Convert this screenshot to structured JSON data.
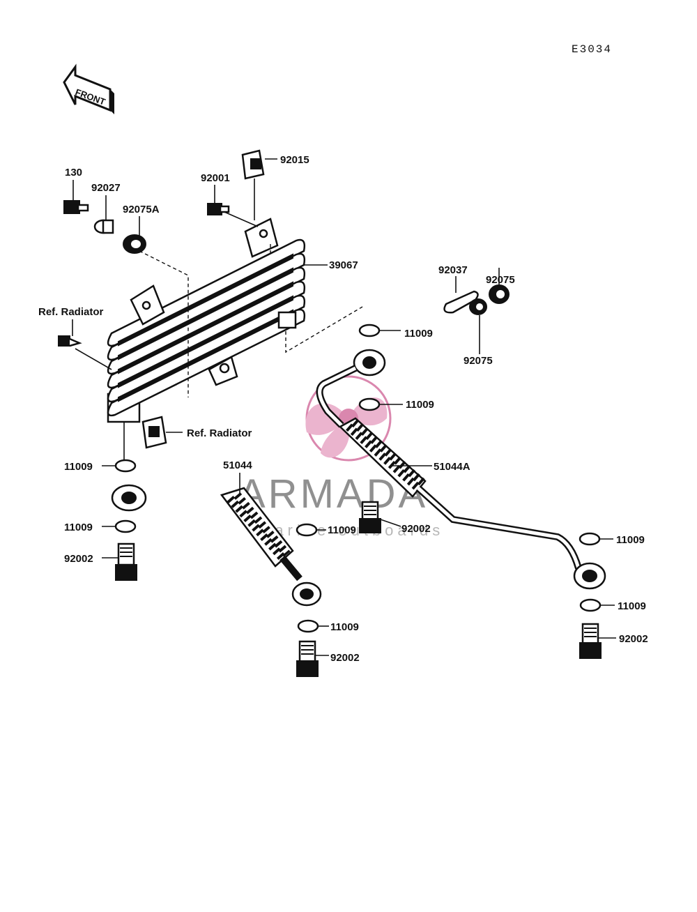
{
  "diagram_code": "E3034",
  "front_label": "FRONT",
  "watermark": {
    "name": "ARMADA",
    "tagline": "marine outboards",
    "color": "#d16a9a"
  },
  "labels": {
    "p130": "130",
    "p92027": "92027",
    "p92075A": "92075A",
    "p92001": "92001",
    "p92015": "92015",
    "p39067": "39067",
    "ref_radiator_1": "Ref. Radiator",
    "ref_radiator_2": "Ref. Radiator",
    "p92037": "92037",
    "p92075_a": "92075",
    "p92075_b": "92075",
    "p11009_a": "11009",
    "p11009_b": "11009",
    "p11009_c": "11009",
    "p11009_d": "11009",
    "p11009_e": "11009",
    "p11009_f": "11009",
    "p11009_g": "11009",
    "p11009_h": "11009",
    "p51044": "51044",
    "p51044A": "51044A",
    "p92002_a": "92002",
    "p92002_b": "92002",
    "p92002_c": "92002",
    "p92002_d": "92002"
  }
}
